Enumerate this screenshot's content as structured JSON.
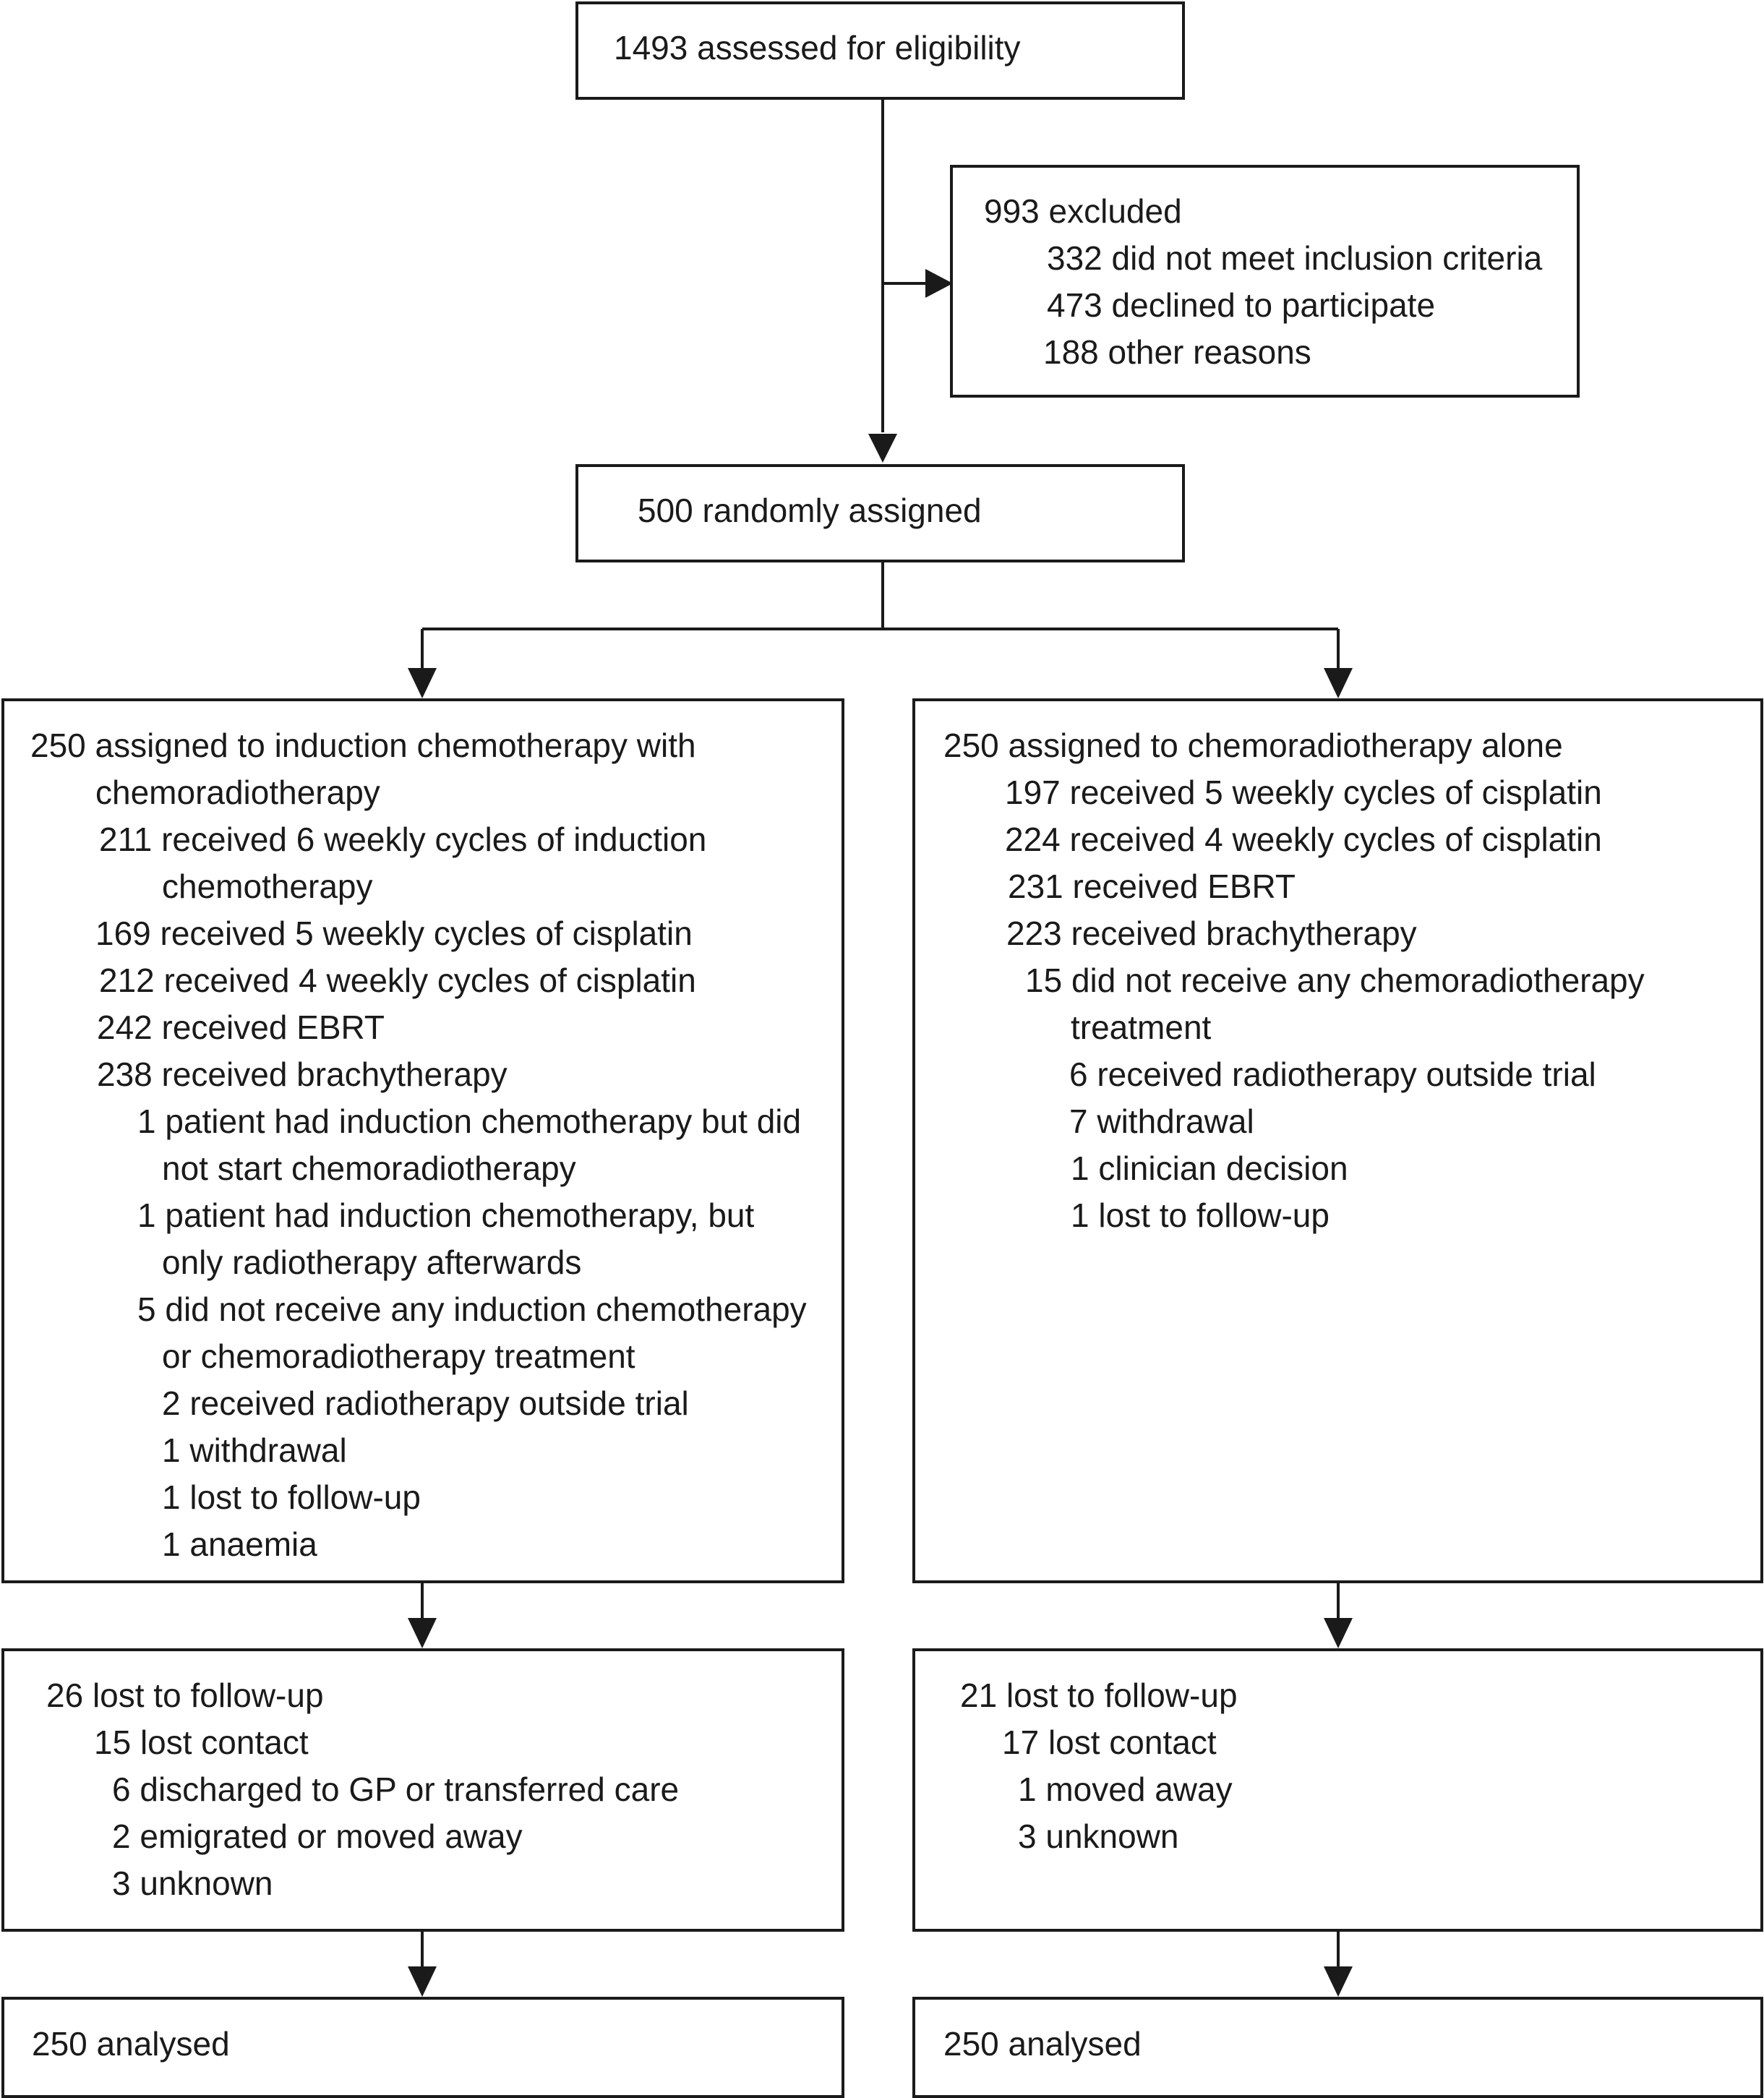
{
  "enrollment": {
    "assessed": "1493 assessed for eligibility",
    "excluded": {
      "total": "993 excluded",
      "reasons": [
        "332 did not meet inclusion criteria",
        "473 declined to participate",
        "188 other reasons"
      ]
    },
    "randomised": "500 randomly assigned"
  },
  "arms": {
    "left": {
      "allocation": [
        "250 assigned to induction chemotherapy with",
        "chemoradiotherapy",
        "211 received 6 weekly cycles of induction",
        "chemotherapy",
        "169 received 5 weekly cycles of cisplatin",
        "212 received 4 weekly cycles of cisplatin",
        "242 received EBRT",
        "238 received brachytherapy",
        "1 patient had induction chemotherapy but did",
        "not start chemoradiotherapy",
        "1 patient had induction chemotherapy, but",
        "only radiotherapy afterwards",
        "5 did not receive any induction chemotherapy",
        "or chemoradiotherapy treatment",
        "2 received radiotherapy outside trial",
        "1 withdrawal",
        "1 lost to follow-up",
        "1 anaemia"
      ],
      "followup": [
        "26 lost to follow-up",
        "15 lost contact",
        "6 discharged to GP or transferred care",
        "2 emigrated or moved away",
        "3 unknown"
      ],
      "analysed": "250 analysed"
    },
    "right": {
      "allocation": [
        "250 assigned to chemoradiotherapy alone",
        "197 received 5 weekly cycles of cisplatin",
        "224 received 4 weekly cycles of cisplatin",
        "231 received EBRT",
        "223 received brachytherapy",
        "15 did not receive any chemoradiotherapy",
        "treatment",
        "6 received radiotherapy outside trial",
        "7 withdrawal",
        "1 clinician decision",
        "1 lost to follow-up"
      ],
      "followup": [
        "21 lost to follow-up",
        "17 lost contact",
        "1 moved away",
        "3 unknown"
      ],
      "analysed": "250 analysed"
    }
  }
}
